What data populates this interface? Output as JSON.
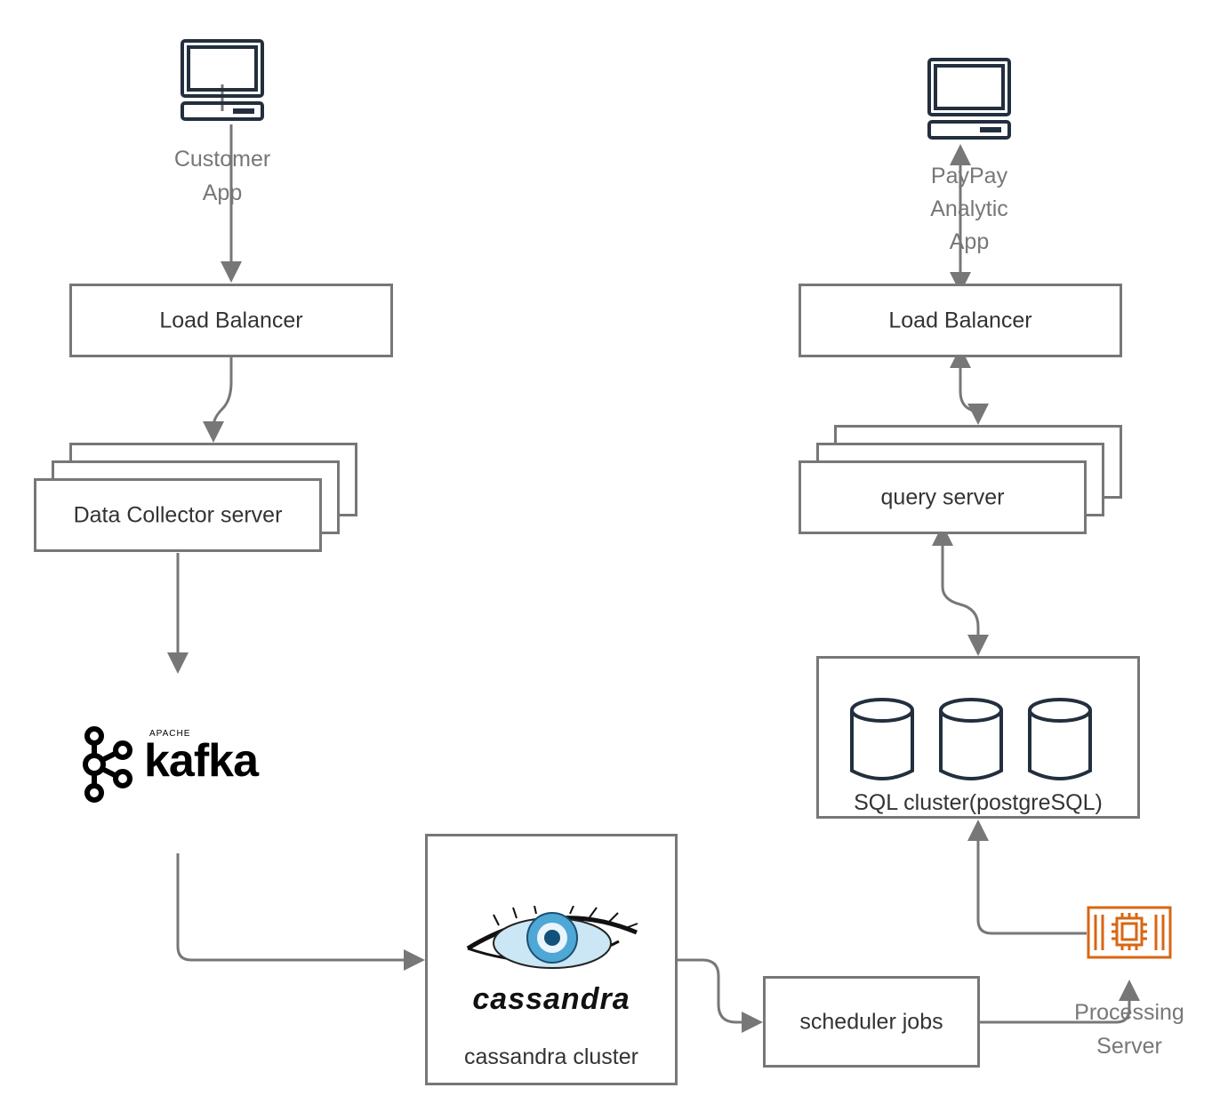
{
  "colors": {
    "stroke": "#777777",
    "text": "#333333",
    "muted_text": "#777777",
    "icon_dark": "#232f3e",
    "processing_orange": "#d86613",
    "cassandra_blue": "#4fa7d6"
  },
  "nodes": {
    "customer_app": {
      "icon": "desktop-computer-icon",
      "label_line1": "Customer",
      "label_line2": "App"
    },
    "analytic_app": {
      "icon": "desktop-computer-icon",
      "label_line1": "PayPay",
      "label_line2": "Analytic",
      "label_line3": "App"
    },
    "lb_left": {
      "label": "Load Balancer"
    },
    "lb_right": {
      "label": "Load Balancer"
    },
    "data_collector": {
      "label": "Data Collector server"
    },
    "query_server": {
      "label": "query server"
    },
    "kafka": {
      "logo_small": "APACHE",
      "logo_text": "kafka",
      "icon": "kafka-logo"
    },
    "cassandra": {
      "logo_text": "cassandra",
      "label": "cassandra cluster",
      "icon": "cassandra-eye-logo"
    },
    "scheduler": {
      "label": "scheduler jobs"
    },
    "sql_cluster": {
      "label": "SQL cluster(postgreSQL)",
      "icon": "database-cylinder-icon"
    },
    "processing": {
      "icon": "processor-chip-icon",
      "label_line1": "Processing",
      "label_line2": "Server"
    }
  }
}
